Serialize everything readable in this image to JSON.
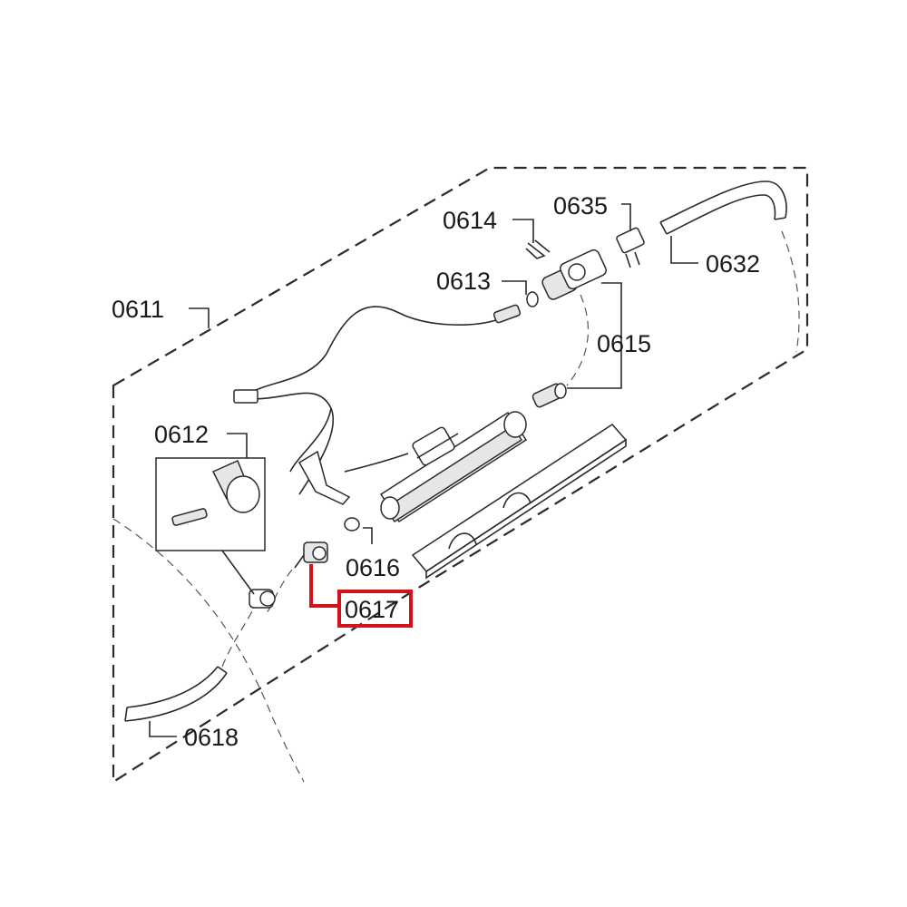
{
  "colors": {
    "highlight": "#d4121c",
    "line": "#2a2a2a"
  },
  "labels": {
    "p0611": "0611",
    "p0612": "0612",
    "p0613": "0613",
    "p0614": "0614",
    "p0615": "0615",
    "p0616": "0616",
    "p0617": "0617",
    "p0618": "0618",
    "p0632": "0632",
    "p0635": "0635"
  },
  "highlighted_part": "0617"
}
